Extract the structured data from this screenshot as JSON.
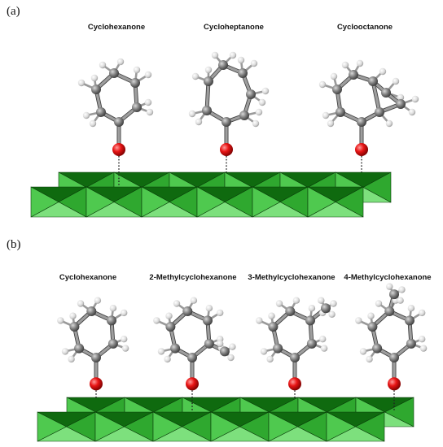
{
  "panels": [
    {
      "label": "(a)",
      "molecules": [
        {
          "name": "Cyclohexanone",
          "ring": 6,
          "methyl": null
        },
        {
          "name": "Cycloheptanone",
          "ring": 7,
          "methyl": null
        },
        {
          "name": "Cyclooctanone",
          "ring": 8,
          "methyl": null
        }
      ]
    },
    {
      "label": "(b)",
      "molecules": [
        {
          "name": "Cyclohexanone",
          "ring": 6,
          "methyl": null
        },
        {
          "name": "2-Methylcyclohexanone",
          "ring": 6,
          "methyl": 2
        },
        {
          "name": "3-Methylcyclohexanone",
          "ring": 6,
          "methyl": 3
        },
        {
          "name": "4-Methylcyclohexanone",
          "ring": 6,
          "methyl": 4
        }
      ]
    }
  ],
  "colors": {
    "carbon": "#8a8a8a",
    "hydrogen": "#e6e6e6",
    "oxygen": "#e01010",
    "slab_light": "#7de07d",
    "slab_mid": "#2fa82f",
    "slab_dark": "#0f6a0f",
    "dots": "#222222"
  }
}
